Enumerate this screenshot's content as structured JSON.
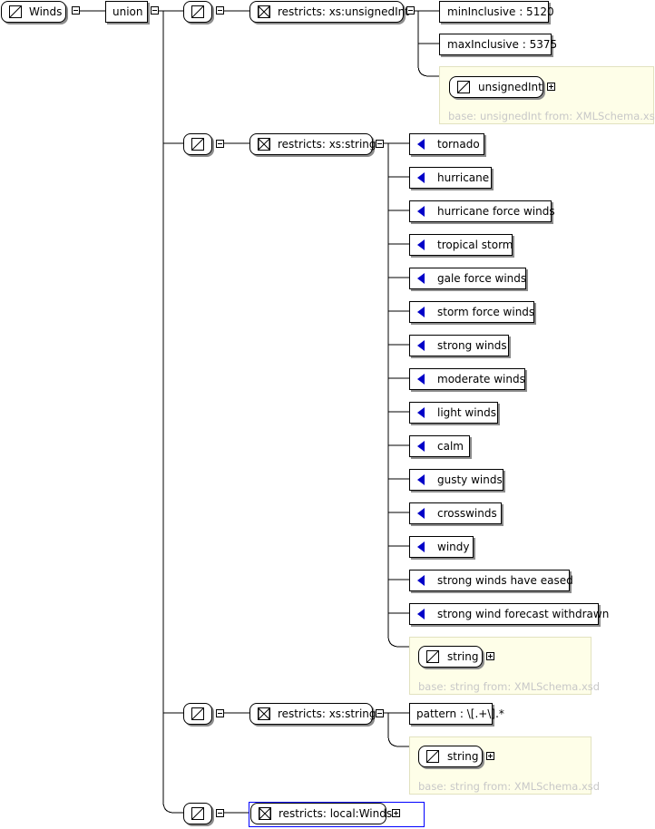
{
  "root": {
    "label": "Winds"
  },
  "union": {
    "label": "union"
  },
  "branch1": {
    "restriction": "restricts: xs:unsignedInt",
    "facets": [
      "minInclusive : 5120",
      "maxInclusive : 5375"
    ],
    "base": {
      "type": "unsignedInt",
      "note": "base: unsignedInt from: XMLSchema.xsd"
    }
  },
  "branch2": {
    "restriction": "restricts: xs:string",
    "enumerations": [
      "tornado",
      "hurricane",
      "hurricane force winds",
      "tropical storm",
      "gale force winds",
      "storm force winds",
      "strong winds",
      "moderate winds",
      "light winds",
      "calm",
      "gusty winds",
      "crosswinds",
      "windy",
      "strong winds have eased",
      "strong wind forecast withdrawn"
    ],
    "base": {
      "type": "string",
      "note": "base: string from: XMLSchema.xsd"
    }
  },
  "branch3": {
    "restriction": "restricts: xs:string",
    "pattern": "pattern : \\[.+\\].*",
    "base": {
      "type": "string",
      "note": "base: string from: XMLSchema.xsd"
    }
  },
  "branch4": {
    "restriction": "restricts: local:Winds"
  },
  "icons": {
    "simple_type": "simple-type-icon",
    "restriction": "restriction-icon",
    "enumeration": "enumeration-arrow-icon",
    "collapse": "collapse-toggle-icon",
    "expand": "expand-toggle-icon"
  },
  "colors": {
    "border": "#000000",
    "shadow": "#8c8c8c",
    "panel_bg": "#fefee8",
    "base_note": "#c8c8c8",
    "enum_arrow": "#0000c8",
    "selection": "#0000ff"
  }
}
